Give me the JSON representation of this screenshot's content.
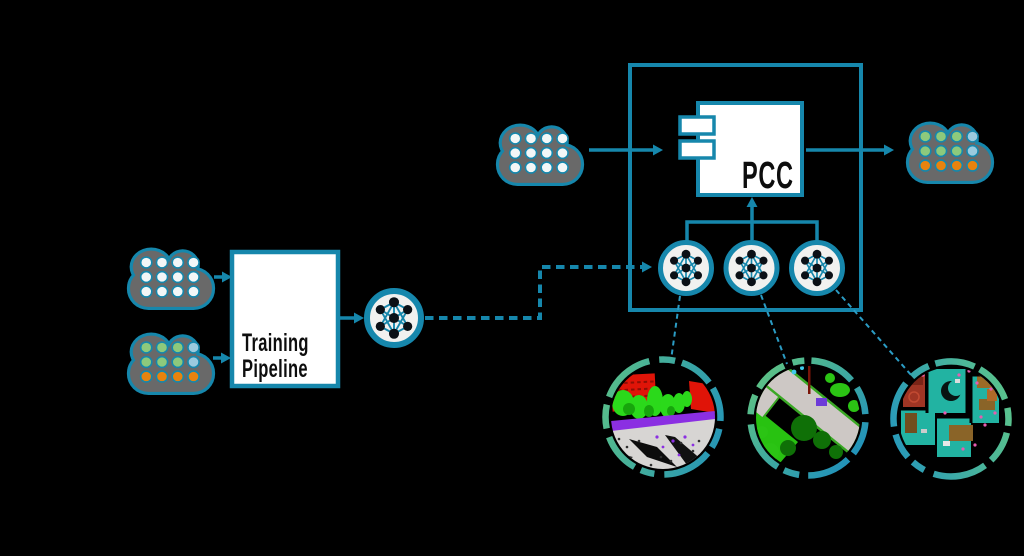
{
  "colors": {
    "teal": "#1687ac",
    "teal_light": "#2b9cc4",
    "cloud_gray": "#696969",
    "dot_white": "#f3f7f7",
    "dot_green": "#8dc97c",
    "dot_blue": "#9bcade",
    "dot_orange": "#e8830e",
    "box_white": "#ffffff",
    "label_black": "#0d0d0d",
    "ring_green": "#5ec284",
    "ring_blue": "#1f90bc",
    "nn_node": "#0b1016",
    "nn_fill": "#f1f1ef"
  },
  "nodes": {
    "training_box": {
      "label": "Training Pipeline"
    },
    "pcc_box": {
      "label": "PCC"
    }
  },
  "clouds": [
    {
      "name": "raw-point-cloud",
      "dots": [
        [
          "white",
          "white",
          "white",
          "white"
        ],
        [
          "white",
          "white",
          "white",
          "white"
        ],
        [
          "white",
          "white",
          "white",
          "white"
        ]
      ]
    },
    {
      "name": "labeled-point-cloud",
      "dots": [
        [
          "green",
          "green",
          "green",
          "blue"
        ],
        [
          "green",
          "green",
          "green",
          "blue"
        ],
        [
          "orange",
          "orange",
          "orange",
          "orange"
        ]
      ]
    },
    {
      "name": "unclassified-point-cloud",
      "dots": [
        [
          "white",
          "white",
          "white",
          "white"
        ],
        [
          "white",
          "white",
          "white",
          "white"
        ],
        [
          "white",
          "white",
          "white",
          "white"
        ]
      ]
    },
    {
      "name": "classified-point-cloud",
      "dots": [
        [
          "green",
          "green",
          "green",
          "blue"
        ],
        [
          "green",
          "green",
          "green",
          "blue"
        ],
        [
          "orange",
          "orange",
          "orange",
          "orange"
        ]
      ]
    }
  ],
  "scenes": [
    {
      "name": "outdoor-street-point-cloud"
    },
    {
      "name": "aerial-road-point-cloud"
    },
    {
      "name": "indoor-floorplan-point-cloud"
    }
  ]
}
